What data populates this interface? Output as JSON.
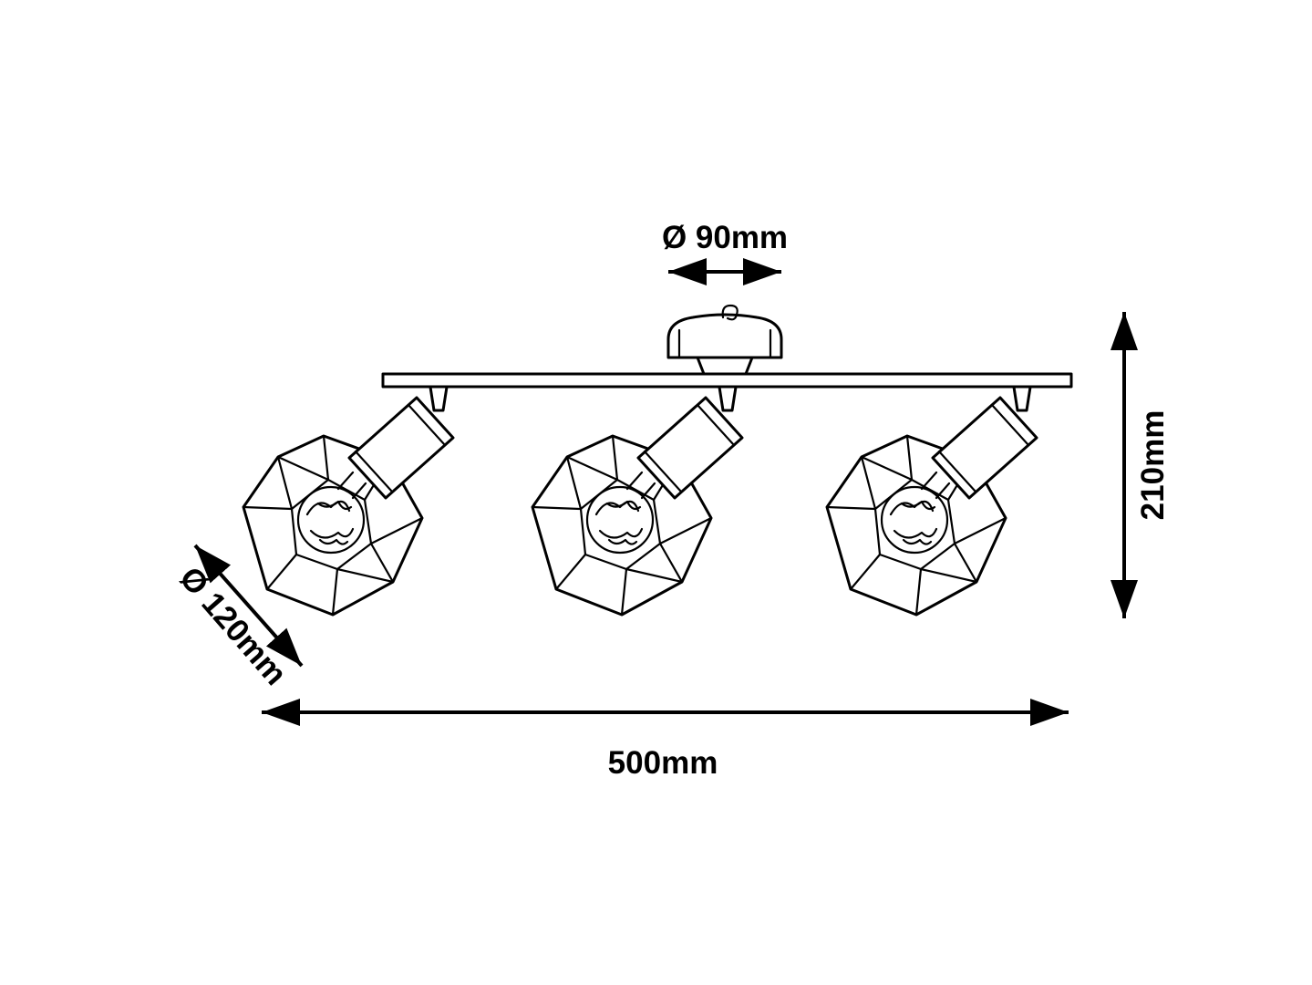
{
  "diagram": {
    "type": "product-dimension-drawing",
    "subject": "three-spot ceiling light fixture",
    "dimensions": {
      "canopy_diameter_label": "Ø 90mm",
      "height_label": "210mm",
      "shade_diameter_label": "Ø 120mm",
      "width_label": "500mm"
    }
  },
  "colors": {
    "line": "#000000",
    "background": "#ffffff"
  }
}
